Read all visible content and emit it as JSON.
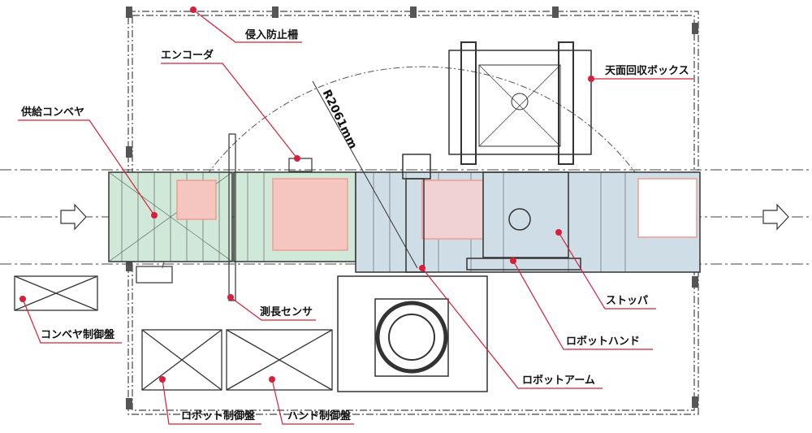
{
  "labels": {
    "fence": "侵入防止柵",
    "encoder": "エンコーダ",
    "supply_conveyor": "供給コンベヤ",
    "top_box": "天面回収ボックス",
    "length_sensor": "測長センサ",
    "stopper": "ストッパ",
    "robot_hand": "ロボットハンド",
    "robot_arm": "ロボットアーム",
    "conveyor_panel": "コンベヤ制御盤",
    "robot_panel": "ロボット制御盤",
    "hand_panel": "ハンド制御盤"
  },
  "dimension": "R2061mm",
  "colors": {
    "leader": "#d81e3a",
    "line": "#333333",
    "green_zone": "#cfe8d8",
    "blue_zone": "#cfdde6",
    "pink_box": "#f5c6bf",
    "pink_edge": "#ee9d92"
  }
}
